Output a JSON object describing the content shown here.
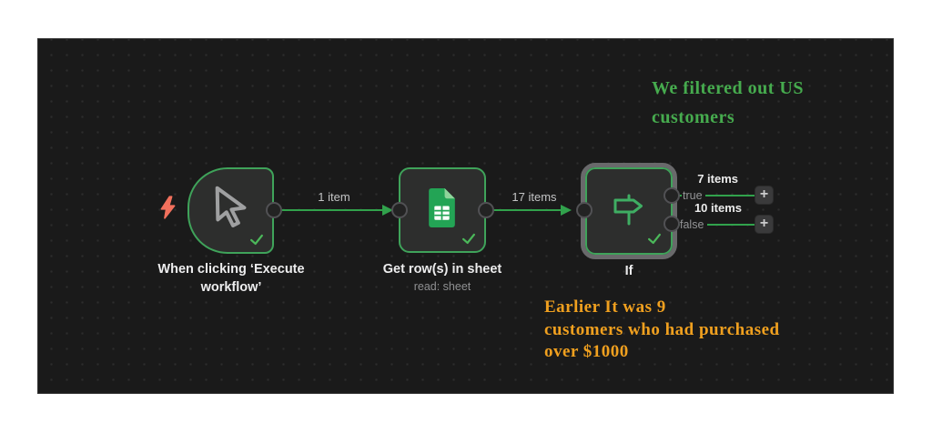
{
  "canvas": {
    "type": "workflow-editor"
  },
  "nodes": {
    "trigger": {
      "label": "When clicking ‘Execute workflow’"
    },
    "sheets": {
      "label": "Get row(s) in sheet",
      "subtitle": "read: sheet"
    },
    "if": {
      "label": "If",
      "selected": true
    }
  },
  "connections": {
    "c1": {
      "label": "1 item"
    },
    "c2": {
      "label": "17 items"
    }
  },
  "outputs": {
    "true_branch": {
      "port_label": "true",
      "items_label": "7 items",
      "add_button": "+"
    },
    "false_branch": {
      "port_label": "false",
      "items_label": "10 items",
      "add_button": "+"
    }
  },
  "annotations": {
    "top_note": {
      "line1": "We filtered out US",
      "line2": "customers"
    },
    "bottom_note": {
      "line1": "Earlier It was 9",
      "line2": "customers who had purchased",
      "line3": "over $1000"
    }
  },
  "icons": {
    "trigger": "cursor-icon",
    "sheets": "google-sheets-icon",
    "if": "signpost-icon",
    "status": "check-icon",
    "add_output": "plus-icon",
    "executed": "lightning-bolt-icon"
  },
  "colors": {
    "canvas_bg": "#1a1a1a",
    "node_bg": "#2d2e2d",
    "accent_green": "#3fa35a",
    "connection_green": "#31a24c",
    "sheets_green": "#23a455",
    "sheets_fold_green": "#8fd49a",
    "check_green": "#4bb85a",
    "selection_ring_gray": "#69696b",
    "annotation_green": "#46ab4e",
    "annotation_orange": "#f0a01f",
    "bolt_coral": "#f2705c"
  }
}
